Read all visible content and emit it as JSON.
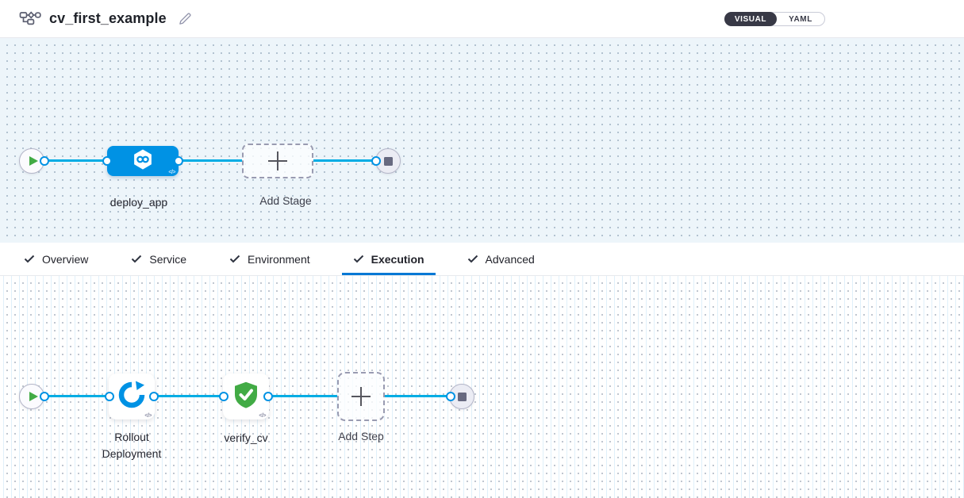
{
  "header": {
    "title": "cv_first_example",
    "view_toggle": {
      "options": [
        "VISUAL",
        "YAML"
      ],
      "selected": "VISUAL"
    }
  },
  "stage_pipeline": {
    "stage_label": "deploy_app",
    "add_stage_label": "Add Stage",
    "code_glyph": "</>"
  },
  "tabs": {
    "items": [
      {
        "label": "Overview",
        "active": false
      },
      {
        "label": "Service",
        "active": false
      },
      {
        "label": "Environment",
        "active": false
      },
      {
        "label": "Execution",
        "active": true
      },
      {
        "label": "Advanced",
        "active": false
      }
    ]
  },
  "execution_pipeline": {
    "steps": [
      {
        "label": "Rollout Deployment",
        "icon": "rollout-deployment-icon"
      },
      {
        "label": "verify_cv",
        "icon": "verify-shield-icon"
      }
    ],
    "add_step_label": "Add Step",
    "code_glyph": "</>"
  },
  "colors": {
    "accent_blue": "#0092e4",
    "connector_blue": "#00ade4",
    "tab_underline_blue": "#0278d5",
    "success_green": "#42ab45",
    "dark_slate": "#383946",
    "stage_canvas_bg": "#edf5fa"
  }
}
